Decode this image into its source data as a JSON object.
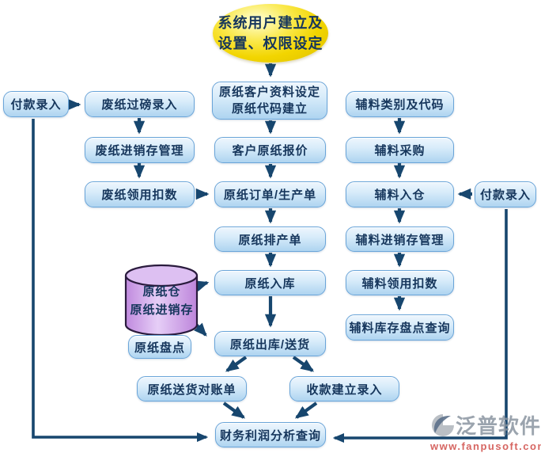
{
  "nodes": {
    "system_setup": {
      "line1": "系统用户建立及",
      "line2": "设置、权限设定"
    },
    "payment_entry_left": {
      "label": "付款录入"
    },
    "waste_weighing_entry": {
      "label": "废纸过磅录入"
    },
    "waste_inventory_mgmt": {
      "label": "废纸进销存管理"
    },
    "waste_usage_deduction": {
      "label": "废纸领用扣数"
    },
    "paper_customer_setup": {
      "line1": "原纸客户资料设定",
      "line2": "原纸代码建立"
    },
    "paper_quote": {
      "label": "客户原纸报价"
    },
    "paper_order": {
      "label": "原纸订单/生产单"
    },
    "paper_schedule": {
      "label": "原纸排产单"
    },
    "paper_inbound": {
      "label": "原纸入库"
    },
    "paper_warehouse_cylinder": {
      "line1": "原纸仓",
      "line2": "原纸进销存"
    },
    "paper_stocktake": {
      "label": "原纸盘点"
    },
    "paper_outbound": {
      "label": "原纸出库/送货"
    },
    "delivery_statement": {
      "label": "原纸送货对账单"
    },
    "receipt_entry": {
      "label": "收款建立录入"
    },
    "finance_analysis": {
      "label": "财务利润分析查询"
    },
    "material_category": {
      "label": "辅料类别及代码"
    },
    "material_purchase": {
      "label": "辅料采购"
    },
    "material_inbound": {
      "label": "辅料入仓"
    },
    "payment_entry_right": {
      "label": "付款录入"
    },
    "material_inventory_mgmt": {
      "label": "辅料进销存管理"
    },
    "material_usage_deduction": {
      "label": "辅料领用扣数"
    },
    "material_stocktake_query": {
      "label": "辅料库存盘点查询"
    }
  },
  "watermark": {
    "brand": "泛普软件",
    "url": "www.fanpusoft.com"
  },
  "colors": {
    "arrow": "#17466e",
    "box_border": "#6aa5d9",
    "box_text": "#16365c",
    "ellipse_fill": "#f2d500",
    "cylinder_fill": "#cda0e8"
  }
}
